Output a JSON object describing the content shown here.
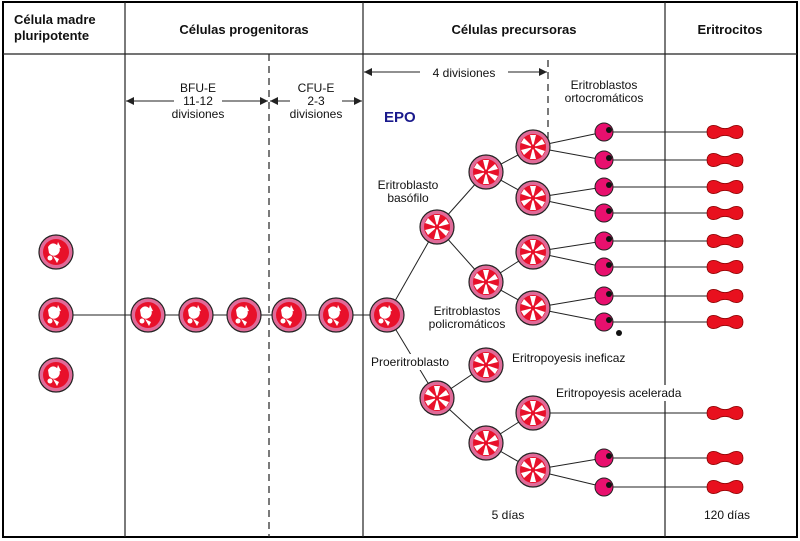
{
  "headers": {
    "stem": [
      "Célula madre",
      "pluripotente"
    ],
    "progenitor": "Células progenitoras",
    "precursor": "Células precursoras",
    "erythrocytes": "Eritrocitos"
  },
  "labels": {
    "bfu": [
      "BFU-E",
      "11-12",
      "divisiones"
    ],
    "cfu": [
      "CFU-E",
      "2-3",
      "divisiones"
    ],
    "four_div": "4 divisiones",
    "epo": "EPO",
    "ortho": [
      "Eritroblastos",
      "ortocromáticos"
    ],
    "basophil": [
      "Eritroblasto",
      "basófilo"
    ],
    "poly": [
      "Eritroblastos",
      "policromáticos"
    ],
    "proerythroblast": "Proeritroblasto",
    "ineffective": "Eritropoyesis ineficaz",
    "accelerated": "Eritropoyesis acelerada",
    "five_days": "5 días",
    "days_120": "120 días"
  },
  "colors": {
    "cell_outer": "#e06a98",
    "cell_inner": "#e8102a",
    "ortho_cell": "#e8106e",
    "rbc": "#e8101e",
    "epo_text": "#1a1a8c"
  }
}
